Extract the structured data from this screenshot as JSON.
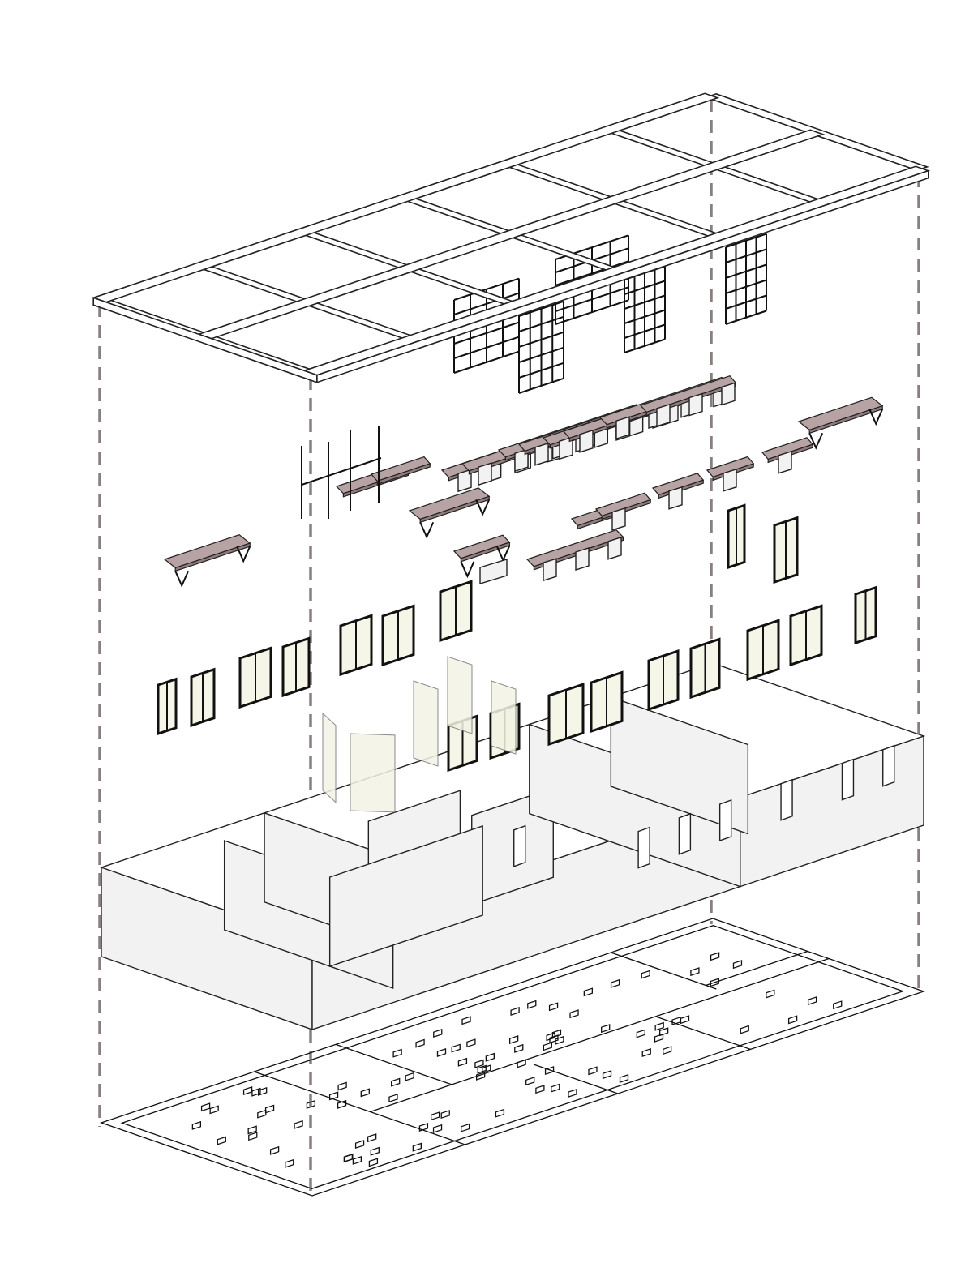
{
  "diagram": {
    "type": "exploded-axonometric",
    "layers": [
      "roof-frame",
      "hanging-shelves",
      "furniture",
      "windows",
      "walls",
      "floor-plan"
    ],
    "colors": {
      "furniture": "#b7a3a3",
      "wall": "#f3f2f2",
      "glass": "#f3f3e4",
      "guide_line": "#8a7f7f",
      "line": "#222222"
    }
  }
}
